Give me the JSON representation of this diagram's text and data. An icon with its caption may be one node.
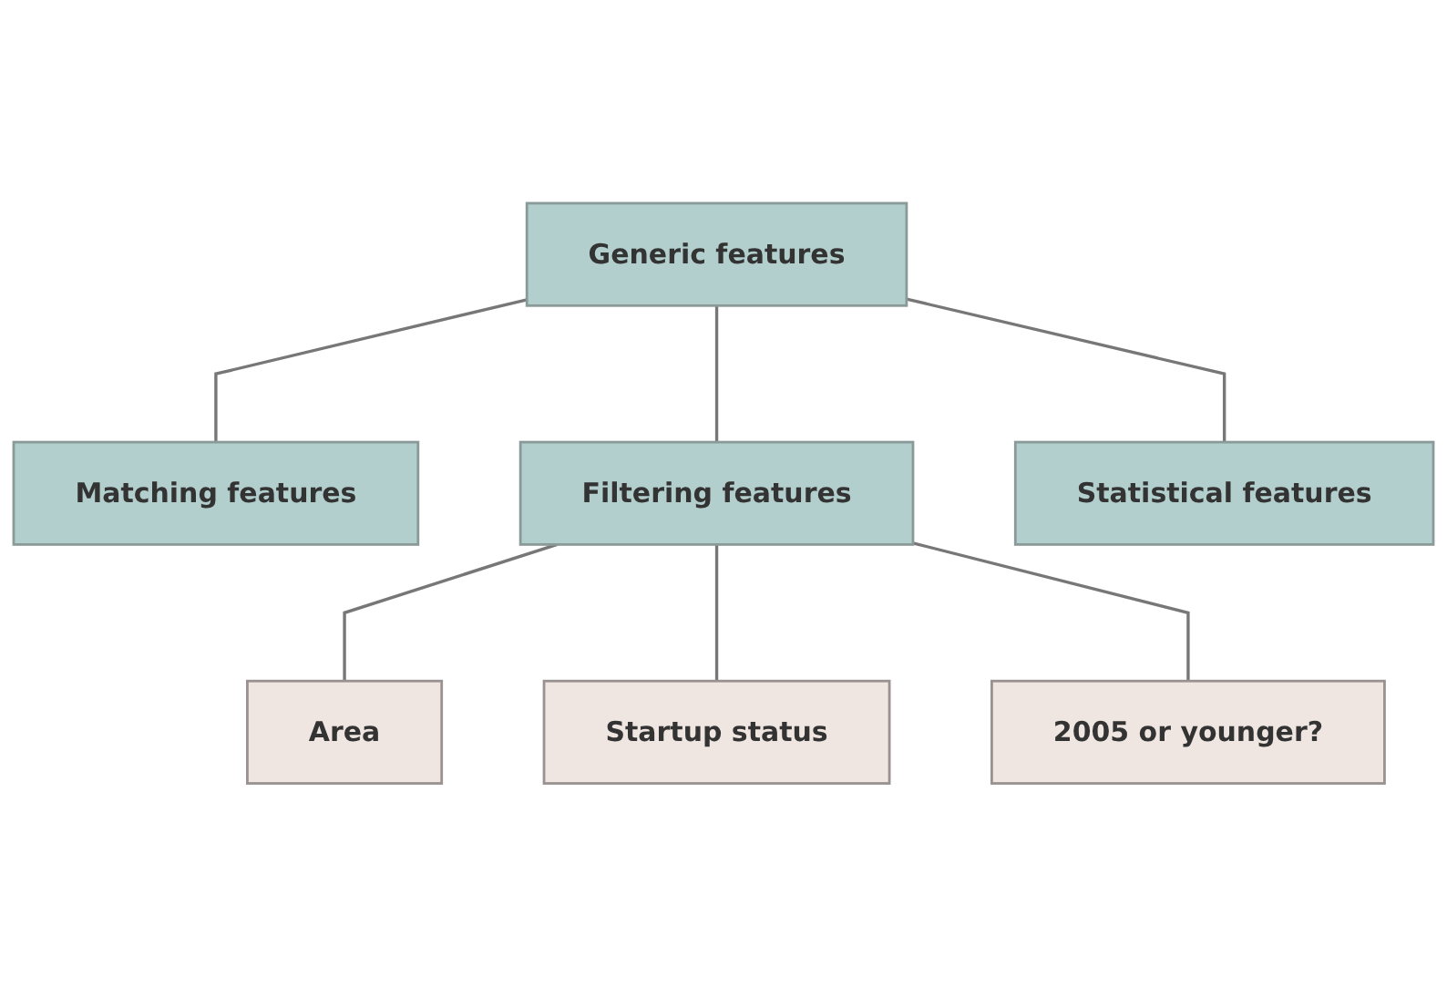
{
  "diagram": {
    "nodes": [
      {
        "text": [
          "Generic features"
        ]
      },
      {
        "text": [
          "Matching features"
        ]
      },
      {
        "text": [
          "Filtering features"
        ]
      },
      {
        "text": [
          "Statistical features"
        ]
      },
      {
        "text": [
          "Area"
        ]
      },
      {
        "text": [
          "Startup status"
        ]
      },
      {
        "text": [
          "2005 or younger?"
        ]
      }
    ],
    "edges": [
      {
        "from": 0,
        "to": 1,
        "arrow": "none"
      },
      {
        "from": 0,
        "to": 2,
        "arrow": "none"
      },
      {
        "from": 0,
        "to": 3,
        "arrow": "none"
      },
      {
        "from": 2,
        "to": 4,
        "arrow": "none"
      },
      {
        "from": 2,
        "to": 5,
        "arrow": "none"
      },
      {
        "from": 2,
        "to": 6,
        "arrow": "none"
      }
    ]
  }
}
